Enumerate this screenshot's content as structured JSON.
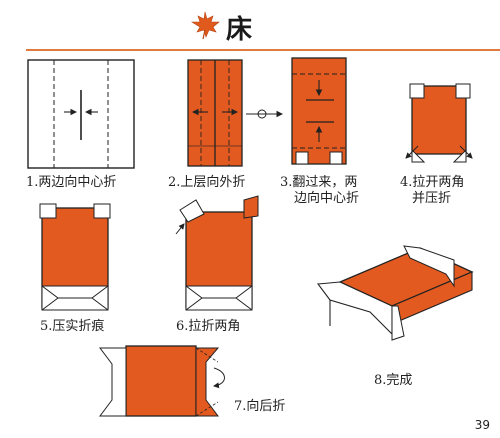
{
  "header": {
    "title": "床",
    "icon": "maple-leaf-icon",
    "accent_color": "#e07a3e"
  },
  "paper_color": "#e25a1f",
  "steps": [
    {
      "label": "1.两边向中心折"
    },
    {
      "label": "2.上层向外折"
    },
    {
      "label_line1": "3.翻过来，两",
      "label_line2": "边向中心折"
    },
    {
      "label_line1": "4.拉开两角",
      "label_line2": "并压折"
    },
    {
      "label": "5.压实折痕"
    },
    {
      "label": "6.拉折两角"
    },
    {
      "label": "7.向后折"
    },
    {
      "label": "8.完成"
    }
  ],
  "page_number": "39"
}
